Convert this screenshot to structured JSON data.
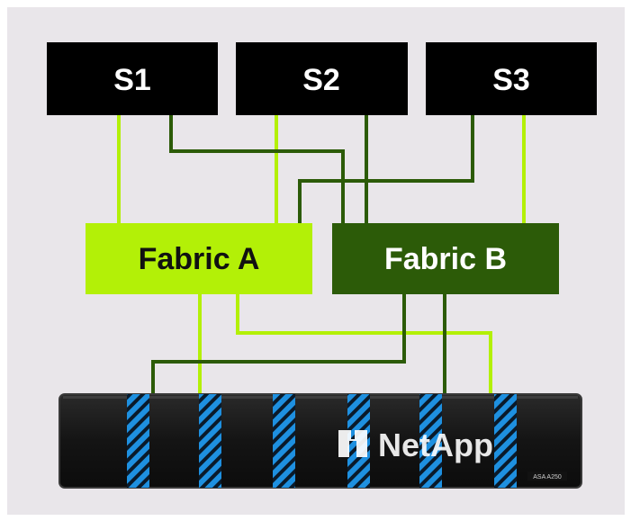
{
  "servers": [
    {
      "label": "S1"
    },
    {
      "label": "S2"
    },
    {
      "label": "S3"
    }
  ],
  "fabrics": [
    {
      "label": "Fabric A",
      "color": "#b3f007",
      "text_color": "#111111"
    },
    {
      "label": "Fabric B",
      "color": "#2c5b08",
      "text_color": "#ffffff"
    }
  ],
  "storage": {
    "brand": "NetApp",
    "model": "ASA A250",
    "logo_icon": "netapp-logo-icon"
  },
  "colors": {
    "background": "#e9e6ea",
    "server_box": "#000000",
    "fabric_a_link": "#b3f007",
    "fabric_b_link": "#2c5b08",
    "chassis": "#1a1a1a",
    "drive_stripe": "#1e90e0"
  }
}
